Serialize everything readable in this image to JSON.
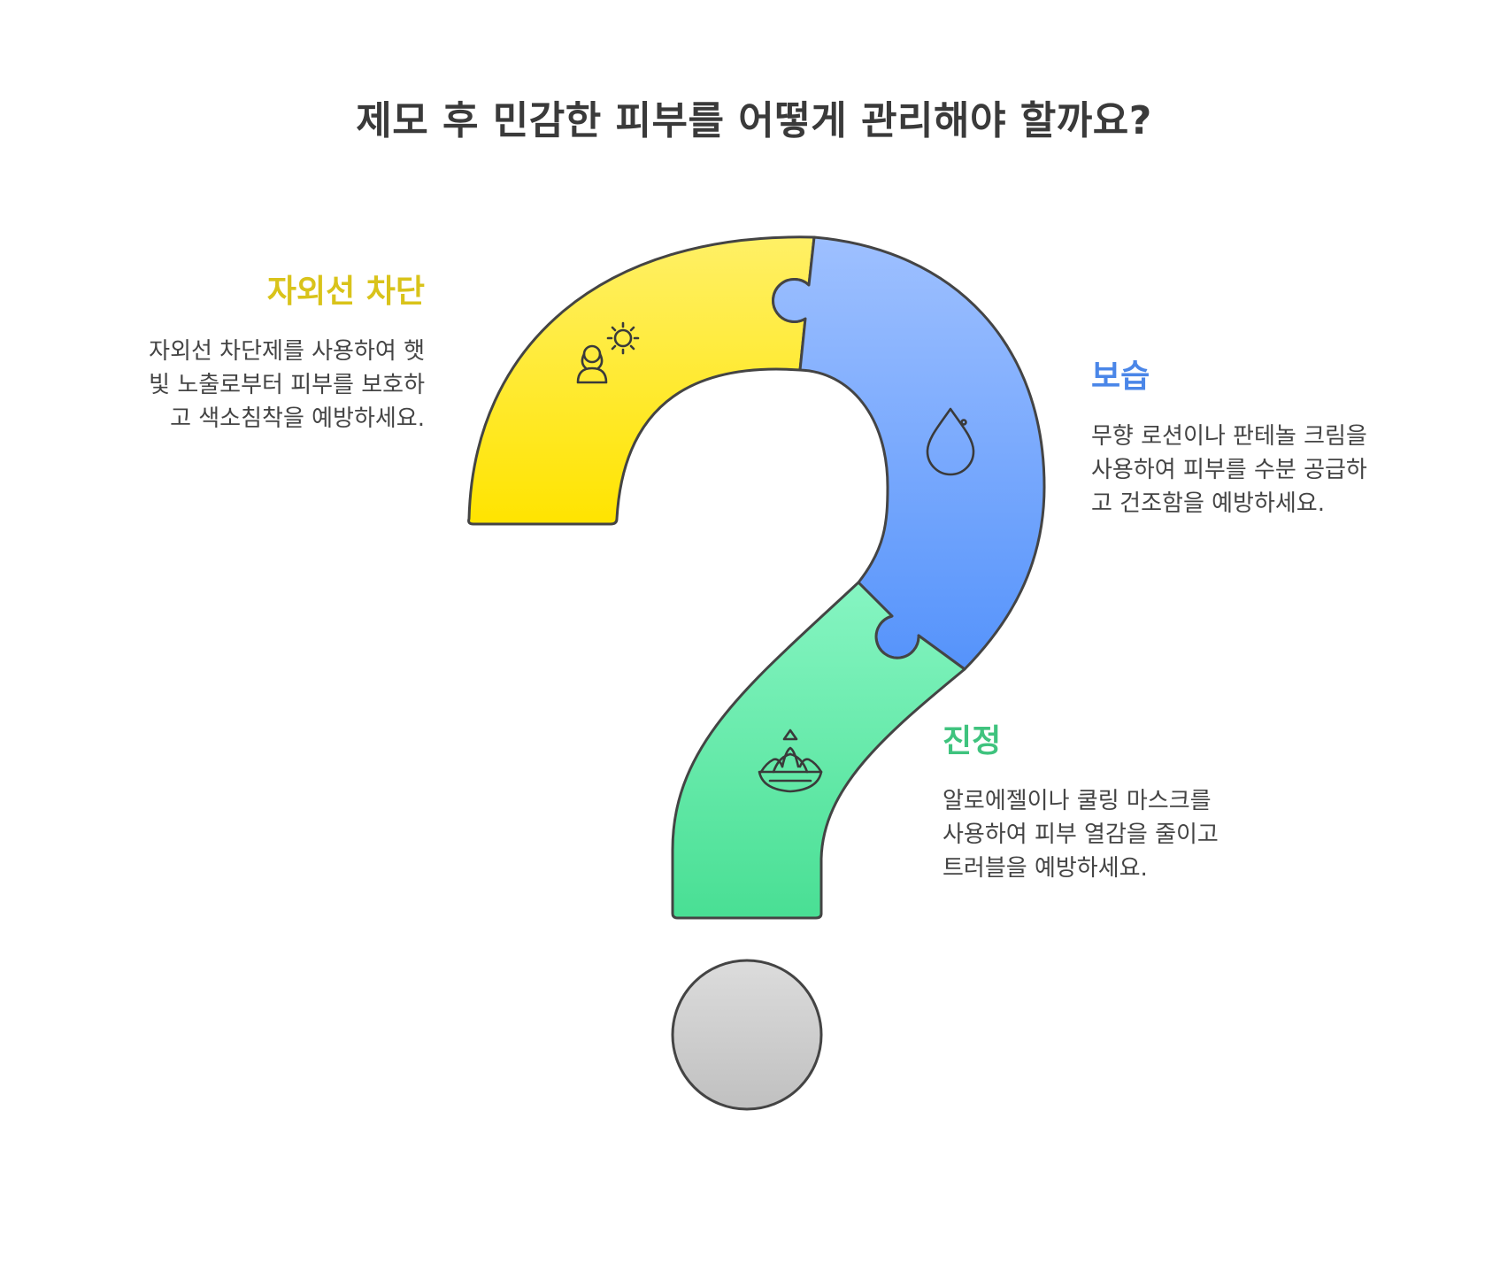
{
  "title": "제모 후 민감한 피부를 어떻게 관리해야 할까요?",
  "sections": [
    {
      "id": "uv",
      "heading": "자외선 차단",
      "lines": [
        "자외선 차단제를 사용하여 햇",
        "빛 노출로부터 피부를 보호하",
        "고 색소침착을 예방하세요."
      ],
      "color": "#d9c31a",
      "icon": "person-sun-icon"
    },
    {
      "id": "moist",
      "heading": "보습",
      "lines": [
        "무향 로션이나 판테놀 크림을",
        "사용하여 피부를 수분 공급하",
        "고 건조함을 예방하세요."
      ],
      "color": "#4a86e8",
      "icon": "water-drop-icon"
    },
    {
      "id": "calm",
      "heading": "진정",
      "lines": [
        "알로에젤이나 쿨링 마스크를",
        "사용하여 피부 열감을 줄이고",
        "트러블을 예방하세요."
      ],
      "color": "#3fc37e",
      "icon": "plant-bowl-icon"
    }
  ],
  "colors": {
    "yellow_top": "#fff066",
    "yellow_bottom": "#ffe400",
    "blue_top": "#9ec0ff",
    "blue_bottom": "#5593fb",
    "green_top": "#86f5c2",
    "green_bottom": "#49df94",
    "dot_top": "#dcdcdc",
    "dot_bottom": "#c0c0c0",
    "outline": "#444444"
  }
}
